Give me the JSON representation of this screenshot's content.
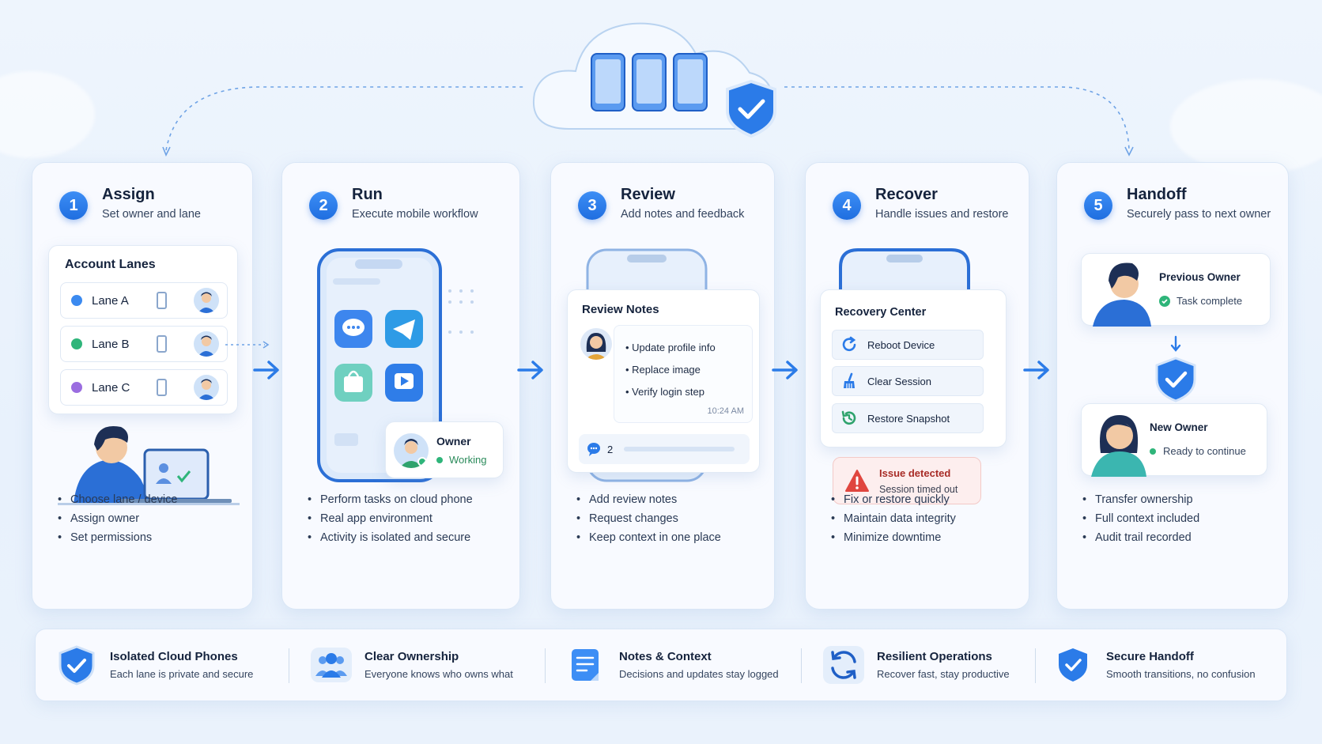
{
  "steps": [
    {
      "num": "1",
      "title": "Assign",
      "subtitle": "Set owner and lane",
      "bullets": [
        "Choose lane / device",
        "Assign owner",
        "Set permissions"
      ]
    },
    {
      "num": "2",
      "title": "Run",
      "subtitle": "Execute mobile workflow",
      "bullets": [
        "Perform tasks on cloud phone",
        "Real app environment",
        "Activity is isolated and secure"
      ]
    },
    {
      "num": "3",
      "title": "Review",
      "subtitle": "Add notes and feedback",
      "bullets": [
        "Add review notes",
        "Request changes",
        "Keep context in one place"
      ]
    },
    {
      "num": "4",
      "title": "Recover",
      "subtitle": "Handle issues and restore",
      "bullets": [
        "Fix or restore quickly",
        "Maintain data integrity",
        "Minimize downtime"
      ]
    },
    {
      "num": "5",
      "title": "Handoff",
      "subtitle": "Securely pass to next owner",
      "bullets": [
        "Transfer ownership",
        "Full context included",
        "Audit trail recorded"
      ]
    }
  ],
  "lanes": {
    "title": "Account Lanes",
    "items": [
      {
        "label": "Lane A",
        "color": "#3b8af0"
      },
      {
        "label": "Lane B",
        "color": "#2fb57a"
      },
      {
        "label": "Lane C",
        "color": "#9b6de0"
      }
    ]
  },
  "run": {
    "owner_label": "Owner",
    "status": "Working"
  },
  "review": {
    "title": "Review Notes",
    "notes": [
      "Update profile info",
      "Replace image",
      "Verify login step"
    ],
    "time": "10:24 AM",
    "comment_count": "2"
  },
  "recover": {
    "title": "Recovery Center",
    "actions": [
      "Reboot Device",
      "Clear Session",
      "Restore Snapshot"
    ],
    "issue_title": "Issue detected",
    "issue_desc": "Session timed out"
  },
  "handoff": {
    "previous_label": "Previous Owner",
    "previous_status": "Task complete",
    "new_label": "New Owner",
    "new_status": "Ready to continue"
  },
  "features": [
    {
      "title": "Isolated Cloud Phones",
      "desc": "Each lane is private and secure",
      "icon": "shield-check-icon"
    },
    {
      "title": "Clear Ownership",
      "desc": "Everyone knows who owns what",
      "icon": "users-icon"
    },
    {
      "title": "Notes & Context",
      "desc": "Decisions and updates stay logged",
      "icon": "notes-icon"
    },
    {
      "title": "Resilient Operations",
      "desc": "Recover fast, stay productive",
      "icon": "refresh-icon"
    },
    {
      "title": "Secure Handoff",
      "desc": "Smooth transitions, no confusion",
      "icon": "shield-check-icon"
    }
  ],
  "colors": {
    "accent": "#2b7be8",
    "success": "#2fb57a",
    "danger": "#e0463f"
  }
}
